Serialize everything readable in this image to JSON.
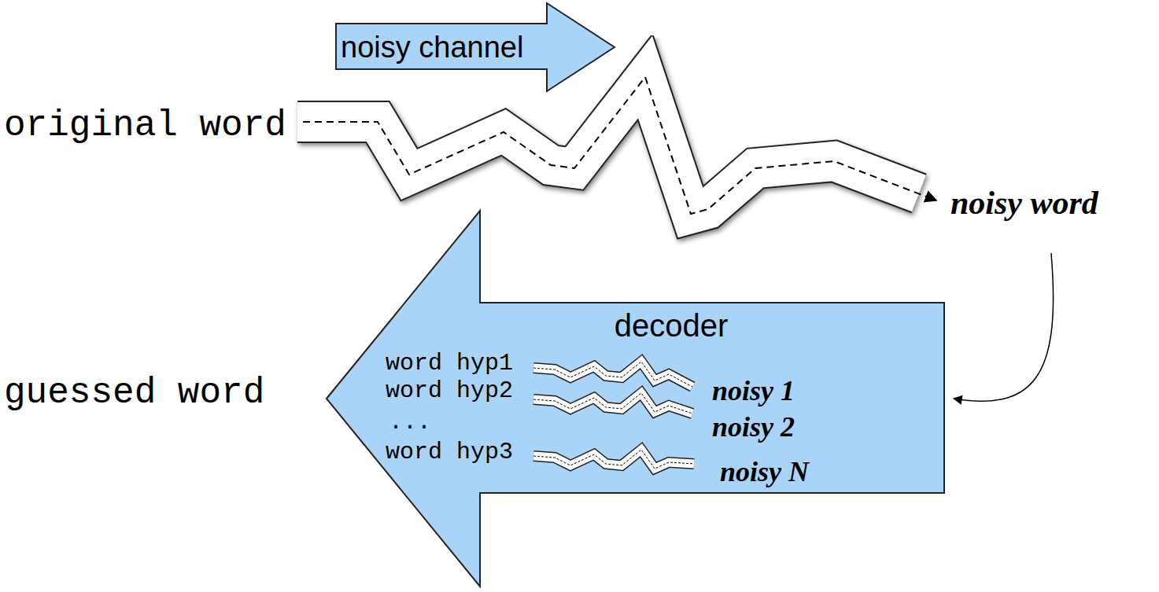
{
  "diagram": {
    "nodes": [
      {
        "text": [
          "noisy channel"
        ]
      },
      {
        "text": [
          "decoder"
        ]
      }
    ],
    "labels": [
      "original word",
      "noisy word",
      "guessed word",
      "word hyp1",
      "word hyp2",
      "...",
      "word hyp3",
      "noisy 1",
      "noisy 2",
      "noisy N"
    ]
  }
}
